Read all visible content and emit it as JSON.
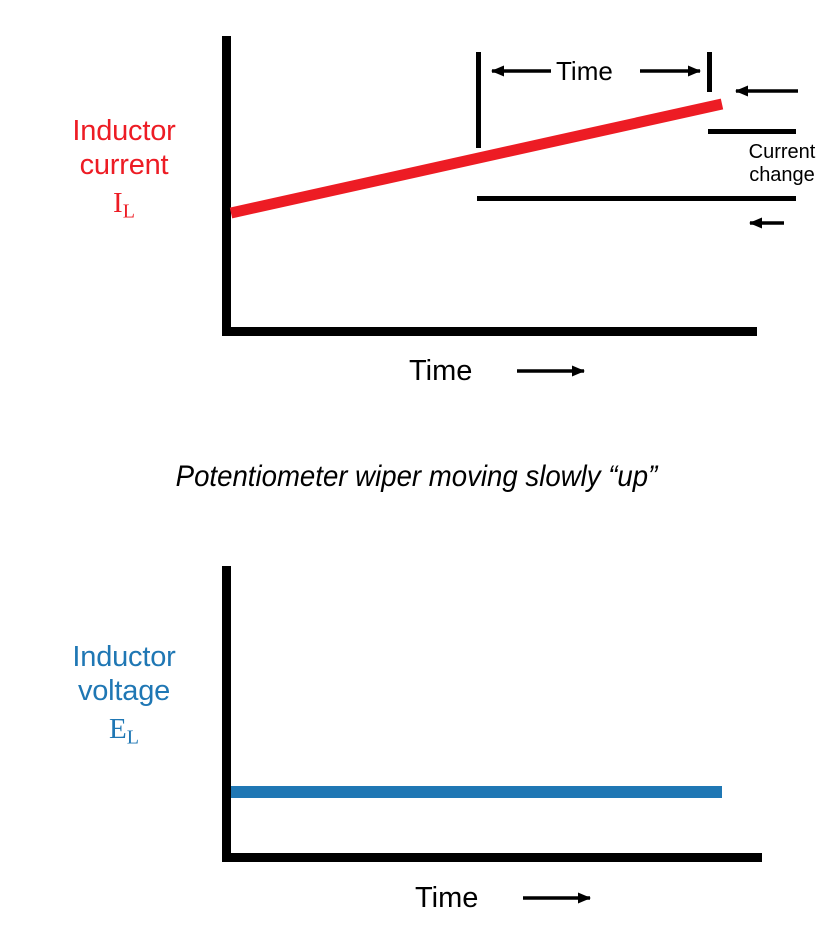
{
  "figure": {
    "caption": "Potentiometer wiper moving slowly “up”",
    "colors": {
      "current_red": "#ED1C24",
      "voltage_blue": "#1F77B4",
      "axis_black": "#000000"
    }
  },
  "top_chart": {
    "y_axis_label_line1": "Inductor",
    "y_axis_label_line2": "current",
    "y_axis_symbol": "I",
    "y_axis_symbol_subscript": "L",
    "x_axis_label": "Time",
    "x_axis_arrow": "⟶",
    "annotations": {
      "time_span_label": "Time",
      "time_span_arrow_left": "⟵",
      "time_span_arrow_right": "⟶",
      "current_change_line1": "Current",
      "current_change_line2": "change",
      "down_arrow": "↓",
      "up_arrow": "↑"
    }
  },
  "bottom_chart": {
    "y_axis_label_line1": "Inductor",
    "y_axis_label_line2": "voltage",
    "y_axis_symbol": "E",
    "y_axis_symbol_subscript": "L",
    "x_axis_label": "Time",
    "x_axis_arrow": "⟶"
  },
  "chart_data": [
    {
      "type": "line",
      "title": "",
      "xlabel": "Time",
      "ylabel": "Inductor current I_L",
      "series": [
        {
          "name": "Inductor current",
          "color": "#ED1C24",
          "x": [
            0,
            1
          ],
          "y": [
            0.36,
            0.73
          ],
          "description": "Linearly rising ramp of inductor current"
        }
      ],
      "xlim": [
        0,
        1
      ],
      "ylim": [
        0,
        1
      ],
      "grid": false,
      "legend": "none",
      "annotations": [
        {
          "label": "Time",
          "kind": "horizontal-dimension",
          "x_start": 0.47,
          "x_end": 0.92
        },
        {
          "label": "Current change",
          "kind": "vertical-dimension",
          "y_start": 0.52,
          "y_end": 0.73
        }
      ]
    },
    {
      "type": "line",
      "title": "",
      "xlabel": "Time",
      "ylabel": "Inductor voltage E_L",
      "series": [
        {
          "name": "Inductor voltage",
          "color": "#1F77B4",
          "x": [
            0,
            1
          ],
          "y": [
            0.23,
            0.23
          ],
          "description": "Constant (flat) inductor voltage"
        }
      ],
      "xlim": [
        0,
        1
      ],
      "ylim": [
        0,
        1
      ],
      "grid": false,
      "legend": "none"
    }
  ]
}
